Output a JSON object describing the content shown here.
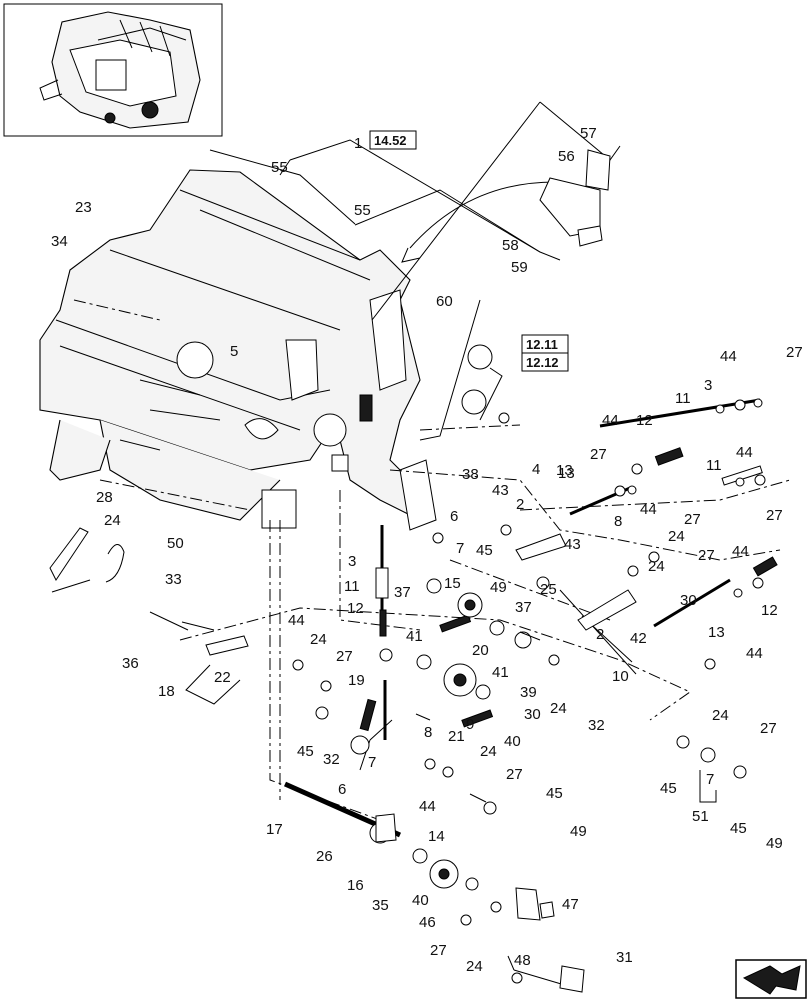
{
  "ref_boxes": [
    {
      "text": "14.52"
    },
    {
      "text": "12.11"
    },
    {
      "text": "12.12"
    }
  ],
  "callouts": [
    "1",
    "55",
    "55",
    "23",
    "34",
    "5",
    "58",
    "59",
    "57",
    "56",
    "60",
    "27",
    "44",
    "3",
    "11",
    "12",
    "44",
    "27",
    "28",
    "24",
    "38",
    "43",
    "2",
    "4",
    "13",
    "8",
    "6",
    "7",
    "45",
    "15",
    "49",
    "25",
    "43",
    "37",
    "30",
    "3",
    "11",
    "12",
    "37",
    "50",
    "33",
    "36",
    "18",
    "22",
    "44",
    "24",
    "27",
    "19",
    "41",
    "20",
    "41",
    "39",
    "24",
    "32",
    "42",
    "2",
    "10",
    "13",
    "44",
    "24",
    "27",
    "45",
    "32",
    "7",
    "6",
    "21",
    "9",
    "40",
    "30",
    "8",
    "44",
    "24",
    "27",
    "45",
    "49",
    "17",
    "26",
    "16",
    "35",
    "14",
    "40",
    "46",
    "27",
    "24",
    "47",
    "48",
    "31",
    "45",
    "7",
    "51",
    "45",
    "49",
    "44",
    "24",
    "27",
    "27",
    "44",
    "11",
    "12",
    "44",
    "27",
    "24",
    "13"
  ]
}
